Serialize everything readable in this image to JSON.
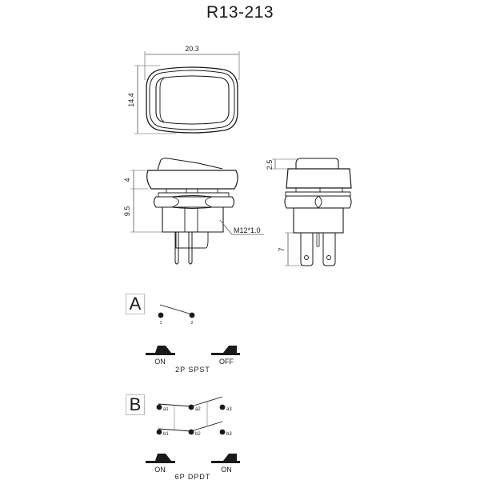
{
  "title": "R13-213",
  "top_view": {
    "width_dim": "20.3",
    "height_dim": "14.4"
  },
  "side_view": {
    "cap_height_dim": "4",
    "body_height_dim": "9.5",
    "thread_label": "M12*1.0"
  },
  "front_view": {
    "cap_height_dim": "2.5",
    "terminal_length_dim": "7"
  },
  "circuit_a": {
    "section": "A",
    "terminals": [
      "1",
      "2"
    ],
    "positions": [
      "ON",
      "OFF"
    ],
    "type_label": "2P SPST"
  },
  "circuit_b": {
    "section": "B",
    "terminals_row_a": [
      "a1",
      "a2",
      "a3"
    ],
    "terminals_row_b": [
      "b1",
      "b2",
      "b3"
    ],
    "positions": [
      "ON",
      "ON"
    ],
    "type_label": "6P DPDT"
  },
  "colors": {
    "line": "#1a1a1a",
    "dim_line": "#555555"
  }
}
